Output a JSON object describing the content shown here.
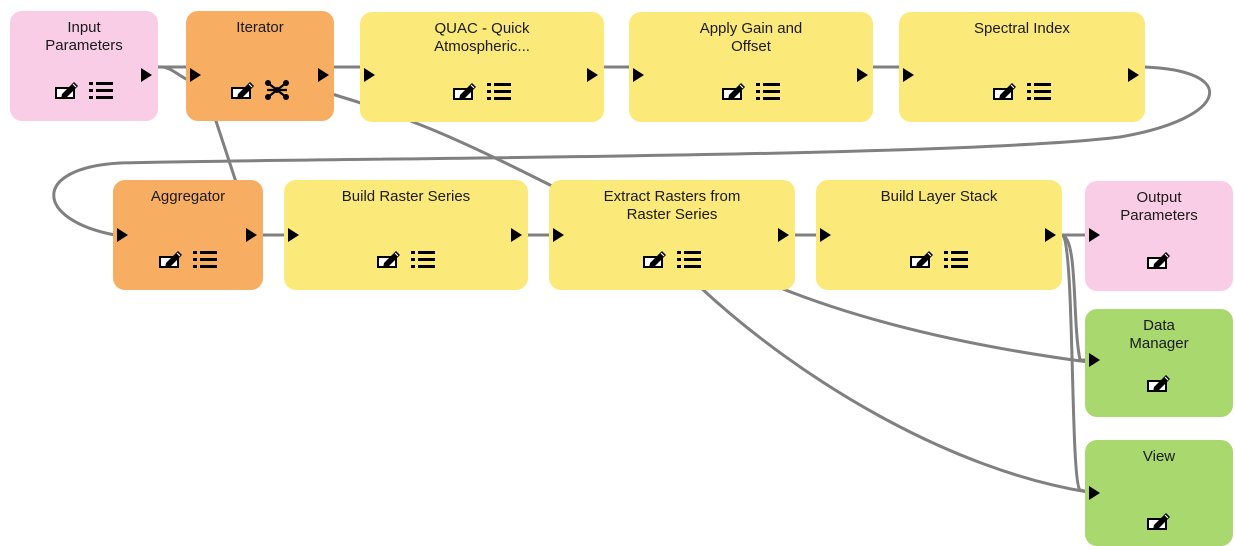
{
  "colors": {
    "task": "#fbe97a",
    "iteration": "#f7ae62",
    "parameters": "#f9cde6",
    "output_tool": "#a9d86e",
    "connector": "#808080"
  },
  "nodes": {
    "input_parameters": {
      "label": "Input\nParameters",
      "icons": [
        "edit-icon",
        "list-icon"
      ]
    },
    "iterator": {
      "label": "Iterator",
      "icons": [
        "edit-icon",
        "network-icon"
      ]
    },
    "quac": {
      "label": "QUAC - Quick\nAtmospheric...",
      "icons": [
        "edit-icon",
        "list-icon"
      ]
    },
    "apply_gain": {
      "label": "Apply Gain and\nOffset",
      "icons": [
        "edit-icon",
        "list-icon"
      ]
    },
    "spectral_index": {
      "label": "Spectral Index",
      "icons": [
        "edit-icon",
        "list-icon"
      ]
    },
    "aggregator": {
      "label": "Aggregator",
      "icons": [
        "edit-icon",
        "list-icon"
      ]
    },
    "build_raster_series": {
      "label": "Build Raster Series",
      "icons": [
        "edit-icon",
        "list-icon"
      ]
    },
    "extract_rasters": {
      "label": "Extract Rasters from\nRaster Series",
      "icons": [
        "edit-icon",
        "list-icon"
      ]
    },
    "build_layer_stack": {
      "label": "Build Layer Stack",
      "icons": [
        "edit-icon",
        "list-icon"
      ]
    },
    "output_parameters": {
      "label": "Output\nParameters",
      "icons": [
        "edit-icon"
      ]
    },
    "data_manager": {
      "label": "Data\nManager",
      "icons": [
        "edit-icon"
      ]
    },
    "view": {
      "label": "View",
      "icons": [
        "edit-icon"
      ]
    }
  }
}
